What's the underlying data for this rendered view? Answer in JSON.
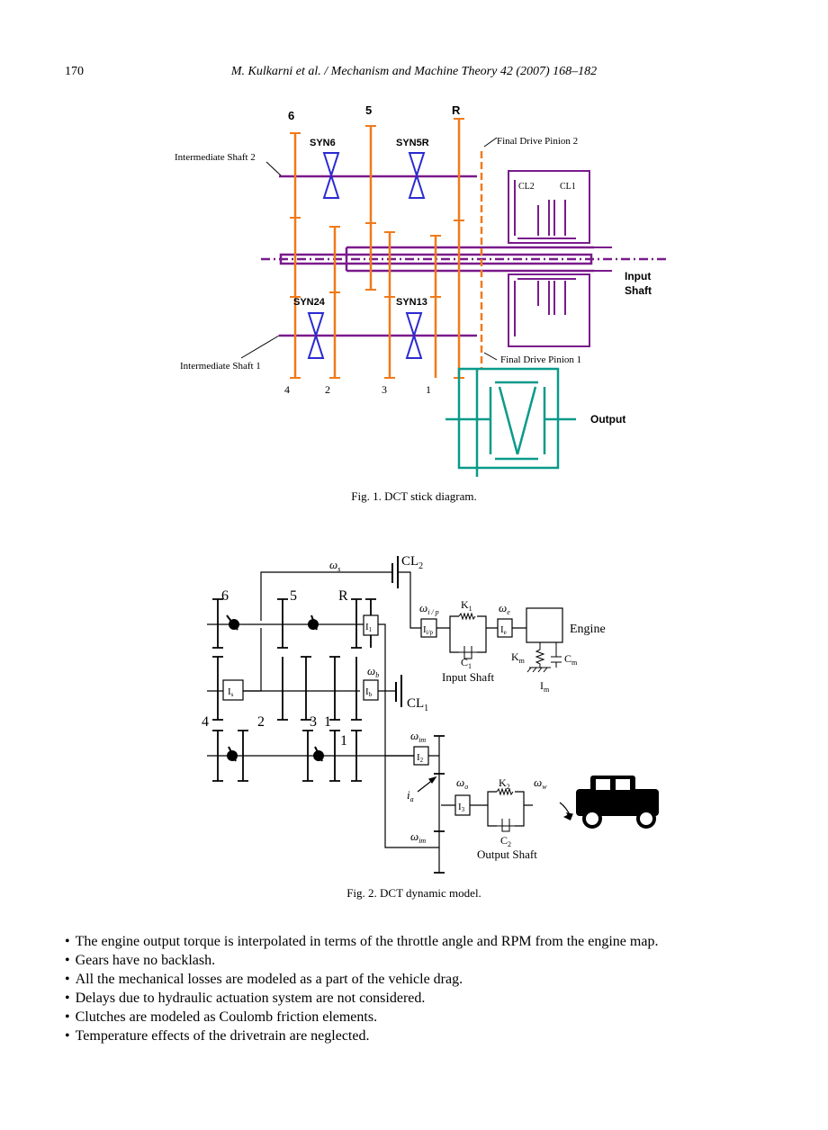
{
  "header": {
    "page_number": "170",
    "running_head": "M. Kulkarni et al. / Mechanism and Machine Theory 42 (2007) 168–182"
  },
  "fig1": {
    "caption": "Fig. 1. DCT stick diagram.",
    "gear_top": [
      "6",
      "5",
      "R"
    ],
    "gear_bottom": [
      "4",
      "2",
      "3",
      "1"
    ],
    "syn": [
      "SYN6",
      "SYN5R",
      "SYN24",
      "SYN13"
    ],
    "intermediate_shaft_2": "Intermediate Shaft 2",
    "intermediate_shaft_1": "Intermediate Shaft 1",
    "final_drive_2": "Final Drive Pinion 2",
    "final_drive_1": "Final Drive Pinion 1",
    "cl2": "CL2",
    "cl1": "CL1",
    "input": "Input",
    "shaft": "Shaft",
    "output": "Output",
    "colors": {
      "gear": "#f07a1a",
      "shaft": "#7a1a8c",
      "synchro": "#2a2ad0",
      "output": "#0a9a8a"
    }
  },
  "fig2": {
    "caption": "Fig. 2. DCT dynamic model.",
    "omega_s": "ω",
    "sub_s": "s",
    "cl2": "CL",
    "cl2_sub": "2",
    "cl1": "CL",
    "cl1_sub": "1",
    "gear_top": [
      "6",
      "5",
      "R"
    ],
    "gear_bottom": [
      "4",
      "2",
      "3",
      "1"
    ],
    "gear_1_right": "1",
    "i1": "I",
    "i1_sub": "1",
    "is": "I",
    "is_sub": "s",
    "ib": "I",
    "ib_sub": "b",
    "omega_b": "ω",
    "sub_b": "b",
    "omega_ip": "ω",
    "sub_ip": "i / p",
    "iip": "I",
    "iip_sub": "i/p",
    "k1": "K",
    "k1_sub": "1",
    "c1": "C",
    "c1_sub": "1",
    "input_shaft": "Input Shaft",
    "omega_e": "ω",
    "sub_e": "e",
    "ie": "I",
    "ie_sub": "e",
    "engine": "Engine",
    "km": "K",
    "km_sub": "m",
    "cm": "C",
    "cm_sub": "m",
    "im": "I",
    "im_sub": "m",
    "omega_im_1": "ω",
    "sub_im_1": "im",
    "i2": "I",
    "i2_sub": "2",
    "omega_o": "ω",
    "sub_o": "o",
    "i_a": "i",
    "i_a_sub": "a",
    "i3": "I",
    "i3_sub": "3",
    "k2": "K",
    "k2_sub": "2",
    "c2": "C",
    "c2_sub": "2",
    "output_shaft": "Output Shaft",
    "omega_w": "ω",
    "sub_w": "w",
    "omega_im_2": "ω",
    "sub_im_2": "im",
    "car_icon": "car-icon"
  },
  "bullets": [
    "The engine output torque is interpolated in terms of the throttle angle and RPM from the engine map.",
    "Gears have no backlash.",
    "All the mechanical losses are modeled as a part of the vehicle drag.",
    "Delays due to hydraulic actuation system are not considered.",
    "Clutches are modeled as Coulomb friction elements.",
    "Temperature effects of the drivetrain are neglected."
  ]
}
